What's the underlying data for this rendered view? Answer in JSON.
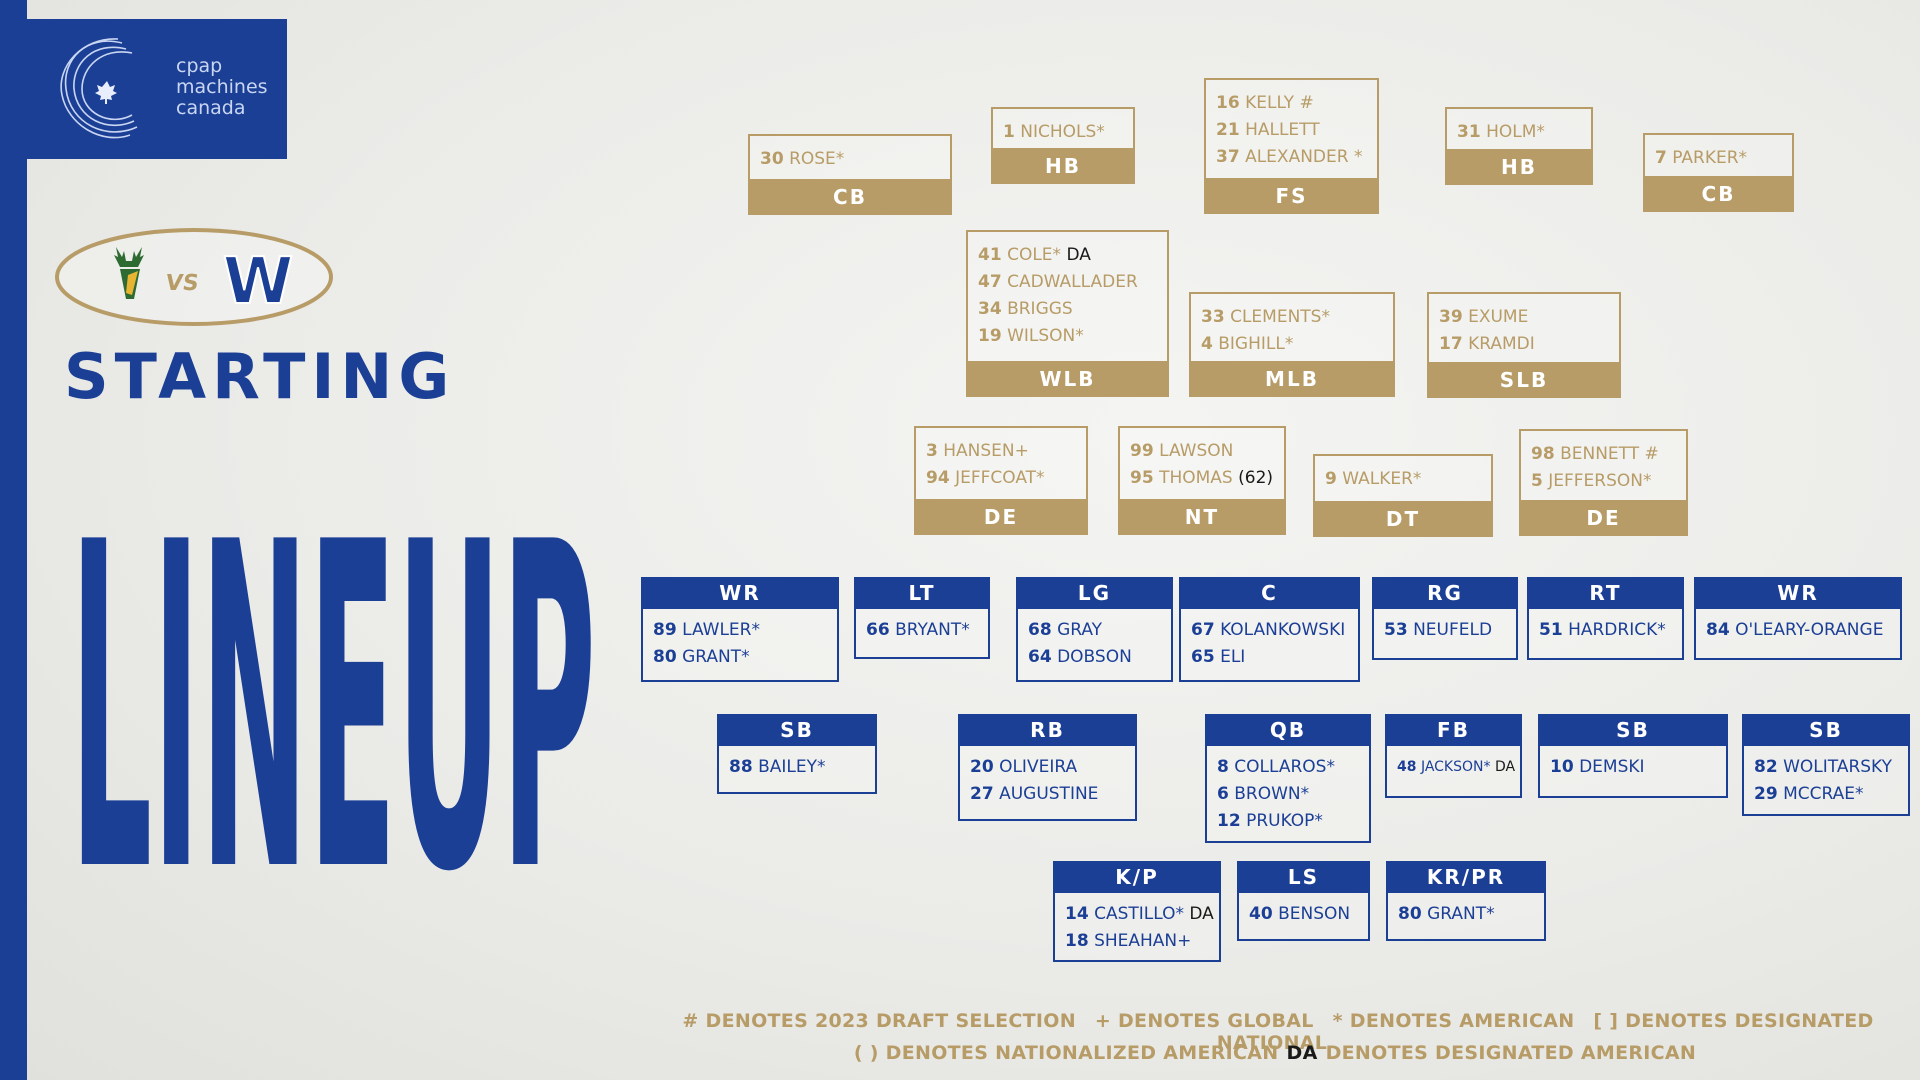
{
  "sponsor": {
    "line1": "cpap",
    "line2": "machines",
    "line3": "canada"
  },
  "matchup": {
    "vs": "VS",
    "home_letter": "W"
  },
  "title": {
    "top": "STARTING",
    "bottom": "LINEUP"
  },
  "colors": {
    "navy": "#1c3f96",
    "gold": "#b79c67",
    "background": "#ebebe8"
  },
  "defense": [
    {
      "pos": "CB",
      "players": [
        {
          "num": "30",
          "name": "ROSE*",
          "extra": ""
        }
      ]
    },
    {
      "pos": "HB",
      "players": [
        {
          "num": "1",
          "name": "NICHOLS*",
          "extra": ""
        }
      ]
    },
    {
      "pos": "FS",
      "players": [
        {
          "num": "16",
          "name": "KELLY #",
          "extra": ""
        },
        {
          "num": "21",
          "name": "HALLETT",
          "extra": ""
        },
        {
          "num": "37",
          "name": "ALEXANDER *",
          "extra": ""
        }
      ]
    },
    {
      "pos": "HB",
      "players": [
        {
          "num": "31",
          "name": "HOLM*",
          "extra": ""
        }
      ]
    },
    {
      "pos": "CB",
      "players": [
        {
          "num": "7",
          "name": "PARKER*",
          "extra": ""
        }
      ]
    },
    {
      "pos": "WLB",
      "players": [
        {
          "num": "41",
          "name": "COLE*",
          "extra": "DA"
        },
        {
          "num": "47",
          "name": "CADWALLADER",
          "extra": ""
        },
        {
          "num": "34",
          "name": "BRIGGS",
          "extra": ""
        },
        {
          "num": "19",
          "name": "WILSON*",
          "extra": ""
        }
      ]
    },
    {
      "pos": "MLB",
      "players": [
        {
          "num": "33",
          "name": "CLEMENTS*",
          "extra": ""
        },
        {
          "num": "4",
          "name": "BIGHILL*",
          "extra": ""
        }
      ]
    },
    {
      "pos": "SLB",
      "players": [
        {
          "num": "39",
          "name": "EXUME",
          "extra": ""
        },
        {
          "num": "17",
          "name": "KRAMDI",
          "extra": ""
        }
      ]
    },
    {
      "pos": "DE",
      "players": [
        {
          "num": "3",
          "name": "HANSEN+",
          "extra": ""
        },
        {
          "num": "94",
          "name": "JEFFCOAT*",
          "extra": ""
        }
      ]
    },
    {
      "pos": "NT",
      "players": [
        {
          "num": "99",
          "name": "LAWSON",
          "extra": ""
        },
        {
          "num": "95",
          "name": "THOMAS",
          "extra": "(62)"
        }
      ]
    },
    {
      "pos": "DT",
      "players": [
        {
          "num": "9",
          "name": "WALKER*",
          "extra": ""
        }
      ]
    },
    {
      "pos": "DE",
      "players": [
        {
          "num": "98",
          "name": "BENNETT #",
          "extra": ""
        },
        {
          "num": "5",
          "name": "JEFFERSON*",
          "extra": ""
        }
      ]
    }
  ],
  "offense": [
    {
      "pos": "WR",
      "players": [
        {
          "num": "89",
          "name": "LAWLER*",
          "extra": ""
        },
        {
          "num": "80",
          "name": "GRANT*",
          "extra": ""
        }
      ]
    },
    {
      "pos": "LT",
      "players": [
        {
          "num": "66",
          "name": "BRYANT*",
          "extra": ""
        }
      ]
    },
    {
      "pos": "LG",
      "players": [
        {
          "num": "68",
          "name": "GRAY",
          "extra": ""
        },
        {
          "num": "64",
          "name": "DOBSON",
          "extra": ""
        }
      ]
    },
    {
      "pos": "C",
      "players": [
        {
          "num": "67",
          "name": "KOLANKOWSKI",
          "extra": ""
        },
        {
          "num": "65",
          "name": "ELI",
          "extra": ""
        }
      ]
    },
    {
      "pos": "RG",
      "players": [
        {
          "num": "53",
          "name": "NEUFELD",
          "extra": ""
        }
      ]
    },
    {
      "pos": "RT",
      "players": [
        {
          "num": "51",
          "name": "HARDRICK*",
          "extra": ""
        }
      ]
    },
    {
      "pos": "WR",
      "players": [
        {
          "num": "84",
          "name": "O'LEARY-ORANGE",
          "extra": ""
        }
      ]
    },
    {
      "pos": "SB",
      "players": [
        {
          "num": "88",
          "name": "BAILEY*",
          "extra": ""
        }
      ]
    },
    {
      "pos": "RB",
      "players": [
        {
          "num": "20",
          "name": "OLIVEIRA",
          "extra": ""
        },
        {
          "num": "27",
          "name": "AUGUSTINE",
          "extra": ""
        }
      ]
    },
    {
      "pos": "QB",
      "players": [
        {
          "num": "8",
          "name": "COLLAROS*",
          "extra": ""
        },
        {
          "num": "6",
          "name": "BROWN*",
          "extra": ""
        },
        {
          "num": "12",
          "name": "PRUKOP*",
          "extra": ""
        }
      ]
    },
    {
      "pos": "FB",
      "players": [
        {
          "num": "48",
          "name": "JACKSON*",
          "extra": "DA"
        }
      ]
    },
    {
      "pos": "SB",
      "players": [
        {
          "num": "10",
          "name": "DEMSKI",
          "extra": ""
        }
      ]
    },
    {
      "pos": "SB",
      "players": [
        {
          "num": "82",
          "name": "WOLITARSKY",
          "extra": ""
        },
        {
          "num": "29",
          "name": "MCCRAE*",
          "extra": ""
        }
      ]
    },
    {
      "pos": "K/P",
      "players": [
        {
          "num": "14",
          "name": "CASTILLO*",
          "extra": "DA"
        },
        {
          "num": "18",
          "name": "SHEAHAN+",
          "extra": ""
        }
      ]
    },
    {
      "pos": "LS",
      "players": [
        {
          "num": "40",
          "name": "BENSON",
          "extra": ""
        }
      ]
    },
    {
      "pos": "KR/PR",
      "players": [
        {
          "num": "80",
          "name": "GRANT*",
          "extra": ""
        }
      ]
    }
  ],
  "legend": {
    "draft": "# DENOTES 2023 DRAFT SELECTION",
    "global": "+ DENOTES GLOBAL",
    "american": "* DENOTES AMERICAN",
    "designated_national": "[ ] DENOTES DESIGNATED NATIONAL",
    "nationalized": "( ) DENOTES NATIONALIZED AMERICAN",
    "da_code": "DA",
    "designated_american": "DENOTES DESIGNATED AMERICAN"
  }
}
